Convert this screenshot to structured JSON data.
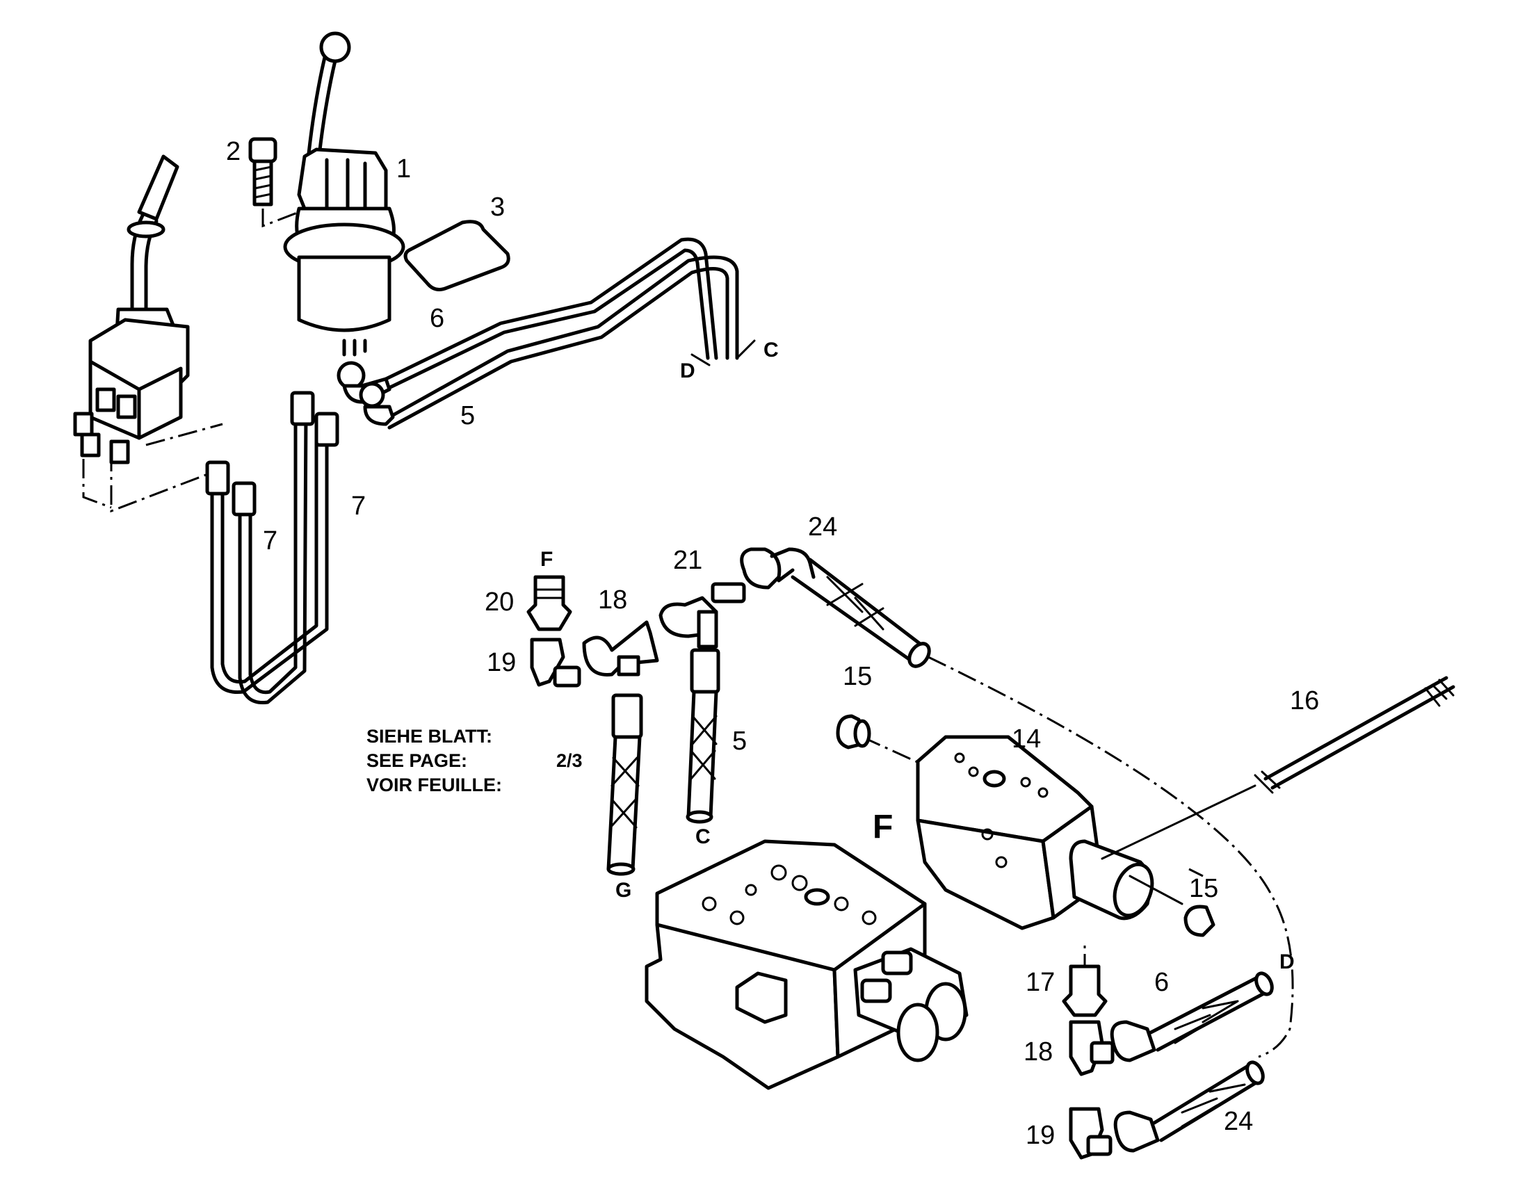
{
  "callouts": {
    "c1": "1",
    "c2": "2",
    "c3": "3",
    "c5a": "5",
    "c5b": "5",
    "c6a": "6",
    "c6b": "6",
    "c7a": "7",
    "c7b": "7",
    "c14": "14",
    "c15a": "15",
    "c15b": "15",
    "c16": "16",
    "c17": "17",
    "c18a": "18",
    "c18b": "18",
    "c19a": "19",
    "c19b": "19",
    "c20": "20",
    "c21": "21",
    "c24a": "24",
    "c24b": "24"
  },
  "connection_letters": {
    "d_top": "D",
    "c_top": "C",
    "f_top": "F",
    "c_mid": "C",
    "g_mid": "G",
    "f_block": "F",
    "d_right": "D"
  },
  "note": {
    "line1": "SIEHE BLATT:",
    "line2": "SEE PAGE:",
    "line3": "VOIR FEUILLE:",
    "page_ref": "2/3"
  }
}
